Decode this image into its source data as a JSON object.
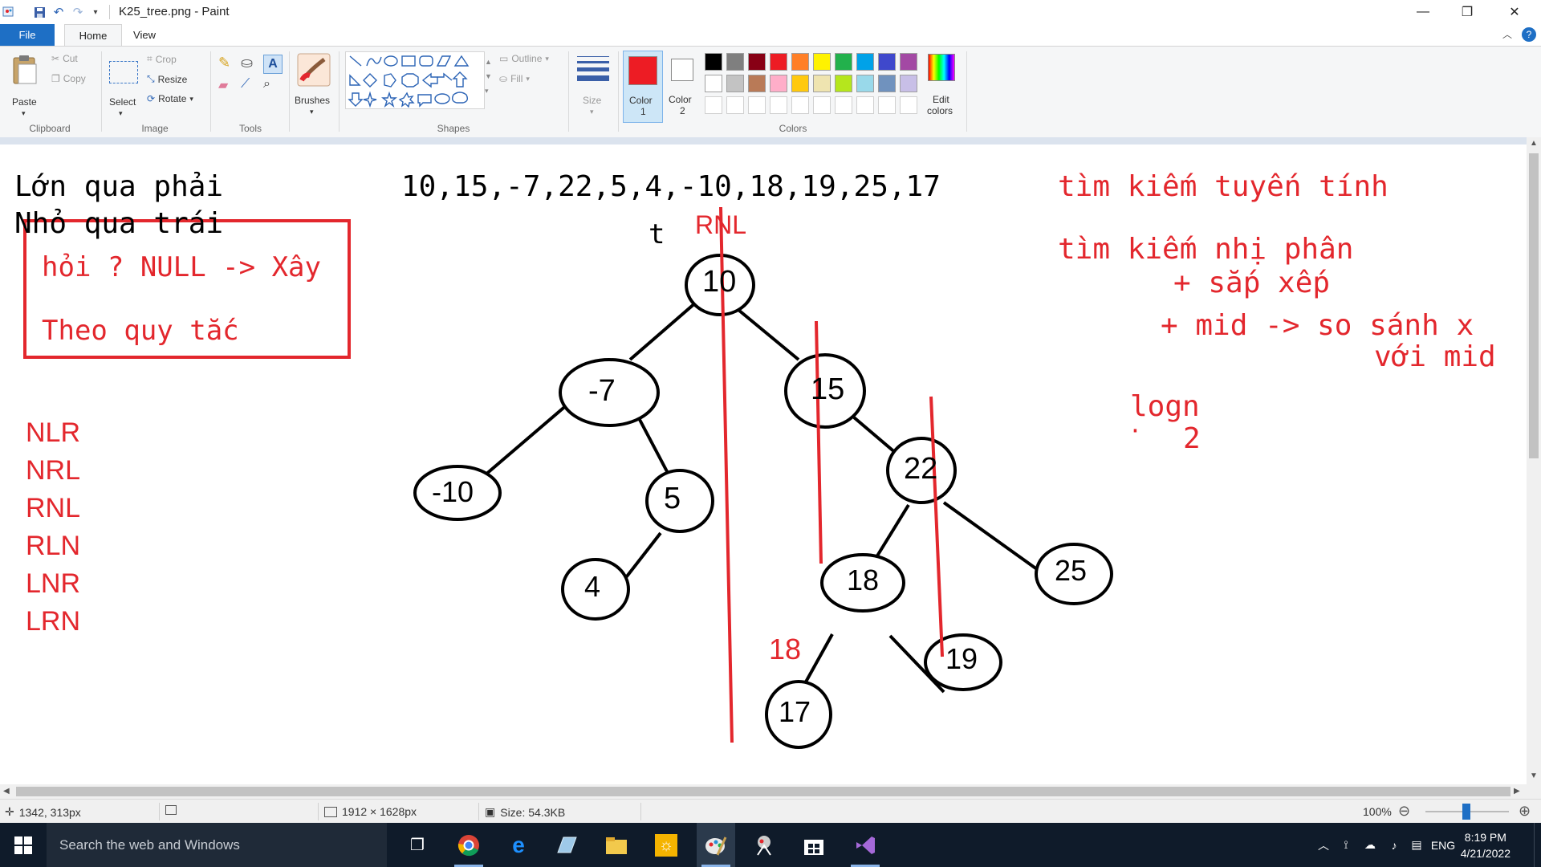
{
  "window": {
    "title": "K25_tree.png - Paint",
    "minimize_glyph": "—",
    "maximize_glyph": "❐",
    "close_glyph": "✕"
  },
  "tabs": {
    "file": "File",
    "home": "Home",
    "view": "View"
  },
  "ribbon": {
    "clipboard": {
      "paste": "Paste",
      "cut": "Cut",
      "copy": "Copy",
      "label": "Clipboard"
    },
    "image": {
      "select": "Select",
      "crop": "Crop",
      "resize": "Resize",
      "rotate": "Rotate",
      "label": "Image"
    },
    "tools": {
      "label": "Tools"
    },
    "brushes": {
      "label": "Brushes"
    },
    "shapes": {
      "outline": "Outline",
      "fill": "Fill",
      "label": "Shapes"
    },
    "size": {
      "label": "Size"
    },
    "colors": {
      "color1": "Color",
      "color1_num": "1",
      "color2": "Color",
      "color2_num": "2",
      "edit1": "Edit",
      "edit2": "colors",
      "label": "Colors",
      "color1_value": "#ed1c24",
      "color2_value": "#ffffff",
      "palette_row1": [
        "#000000",
        "#7f7f7f",
        "#880015",
        "#ed1c24",
        "#ff7f27",
        "#fff200",
        "#22b14c",
        "#00a2e8",
        "#3f48cc",
        "#a349a4"
      ],
      "palette_row2": [
        "#ffffff",
        "#c3c3c3",
        "#b97a57",
        "#ffaec9",
        "#ffc90e",
        "#efe4b0",
        "#b5e61d",
        "#99d9ea",
        "#7092be",
        "#c8bfe7"
      ],
      "palette_row3": [
        "#ffffff",
        "#ffffff",
        "#ffffff",
        "#ffffff",
        "#ffffff",
        "#ffffff",
        "#ffffff",
        "#ffffff",
        "#ffffff",
        "#ffffff"
      ]
    }
  },
  "canvas": {
    "rule1": "Lớn qua phải",
    "rule2": "Nhỏ qua trái",
    "sequence": "10,15,-7,22,5,4,-10,18,19,25,17",
    "t_label": "t",
    "rnl_label": "RNL",
    "box_line1": "hỏi ? NULL -> Xây",
    "box_line2": "Theo quy tắc",
    "traversals": [
      "NLR",
      "NRL",
      "RNL",
      "RLN",
      "LNR",
      "LRN"
    ],
    "search1": "tìm kiếm tuyến tính",
    "search2": "tìm kiếm nhị phân",
    "search3": "+ sắp xếp",
    "search4": "+ mid -> so sánh x",
    "search5": "với mid",
    "logn": "logn",
    "logn_base": "2",
    "dot": "·",
    "label_18": "18",
    "nodes": [
      "10",
      "-7",
      "15",
      "-10",
      "5",
      "22",
      "4",
      "18",
      "25",
      "17",
      "19"
    ]
  },
  "status": {
    "cursor": "1342, 313px",
    "dimensions": "1912 × 1628px",
    "size": "Size: 54.3KB",
    "zoom": "100%"
  },
  "taskbar": {
    "search_placeholder": "Search the web and Windows",
    "lang": "ENG",
    "time": "8:19 PM",
    "date": "4/21/2022"
  }
}
